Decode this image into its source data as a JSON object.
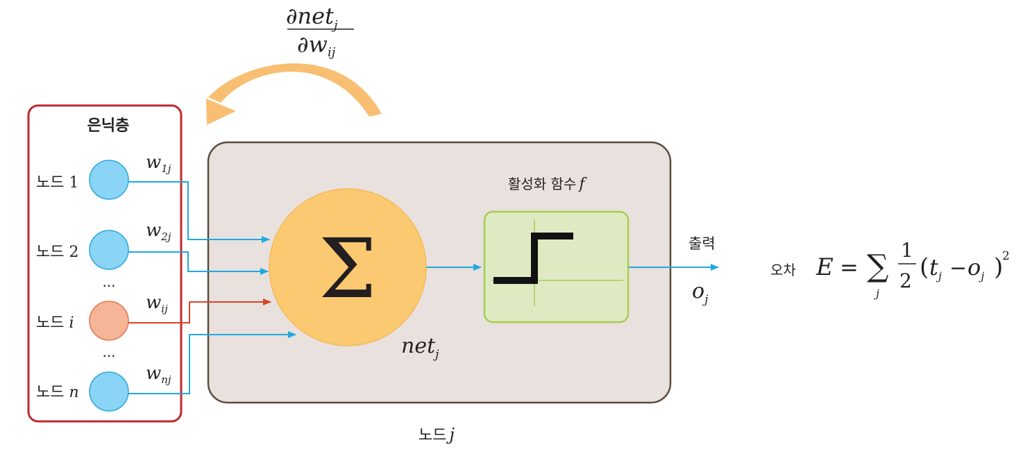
{
  "hidden_layer": {
    "title": "은닉층",
    "nodes": [
      {
        "prefix": "노드",
        "index": "1",
        "weight": "w",
        "weight_sub": "1j"
      },
      {
        "prefix": "노드",
        "index": "2",
        "weight": "w",
        "weight_sub": "2j"
      },
      {
        "prefix": "노드",
        "index": "i",
        "weight": "w",
        "weight_sub": "ij"
      },
      {
        "prefix": "노드",
        "index": "n",
        "weight": "w",
        "weight_sub": "nj"
      }
    ],
    "ellipsis": "..."
  },
  "derivative": {
    "numerator": "∂net",
    "numerator_sub": "j",
    "denominator": "∂w",
    "denominator_sub": "ij"
  },
  "node_j": {
    "label_prefix": "노드",
    "label_var": "j",
    "sum_symbol": "Σ",
    "net": "net",
    "net_sub": "j",
    "activation_title_prefix": "활성화 함수",
    "activation_title_var": "f"
  },
  "output": {
    "label": "출력",
    "var": "o",
    "var_sub": "j"
  },
  "error": {
    "label": "오차",
    "lhs": "E",
    "equals": "=",
    "sum": "∑",
    "sum_index": "j",
    "frac_num": "1",
    "frac_den": "2",
    "open": "(",
    "t": "t",
    "t_sub": "j",
    "minus": "−",
    "o": "o",
    "o_sub": "j",
    "close": ")",
    "power": "2"
  },
  "colors": {
    "hidden_border": "#c1272d",
    "node_fill": "#8ad4f6",
    "node_stroke": "#2aa8dc",
    "node_i_fill": "#f5b596",
    "node_i_stroke": "#e0764e",
    "arrow_blue": "#1fa8e0",
    "arrow_red": "#d9432b",
    "node_j_fill": "#e8e1dd",
    "node_j_stroke": "#5b4a3e",
    "sum_fill": "#fbc971",
    "activation_fill": "#dfeac3",
    "activation_stroke": "#a6cd50",
    "feedback_arrow": "#f8bf73"
  }
}
